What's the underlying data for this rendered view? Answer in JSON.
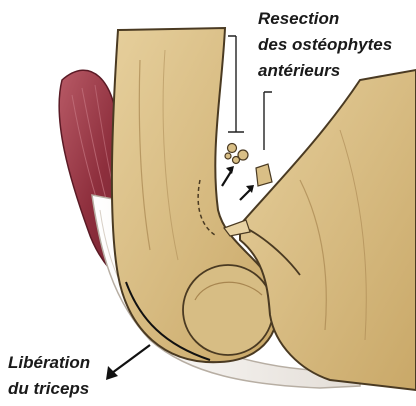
{
  "annotations": {
    "resection": {
      "lines": [
        "Resection",
        "des ostéophytes",
        "antérieurs"
      ]
    },
    "liberation": {
      "lines": [
        "Libération",
        "du triceps"
      ]
    }
  },
  "colors": {
    "bone": "#d9bf86",
    "bone_shadow": "#b8975a",
    "muscle": "#9b3a48",
    "tendon": "#f2eeea",
    "outline": "#4a3a22"
  }
}
